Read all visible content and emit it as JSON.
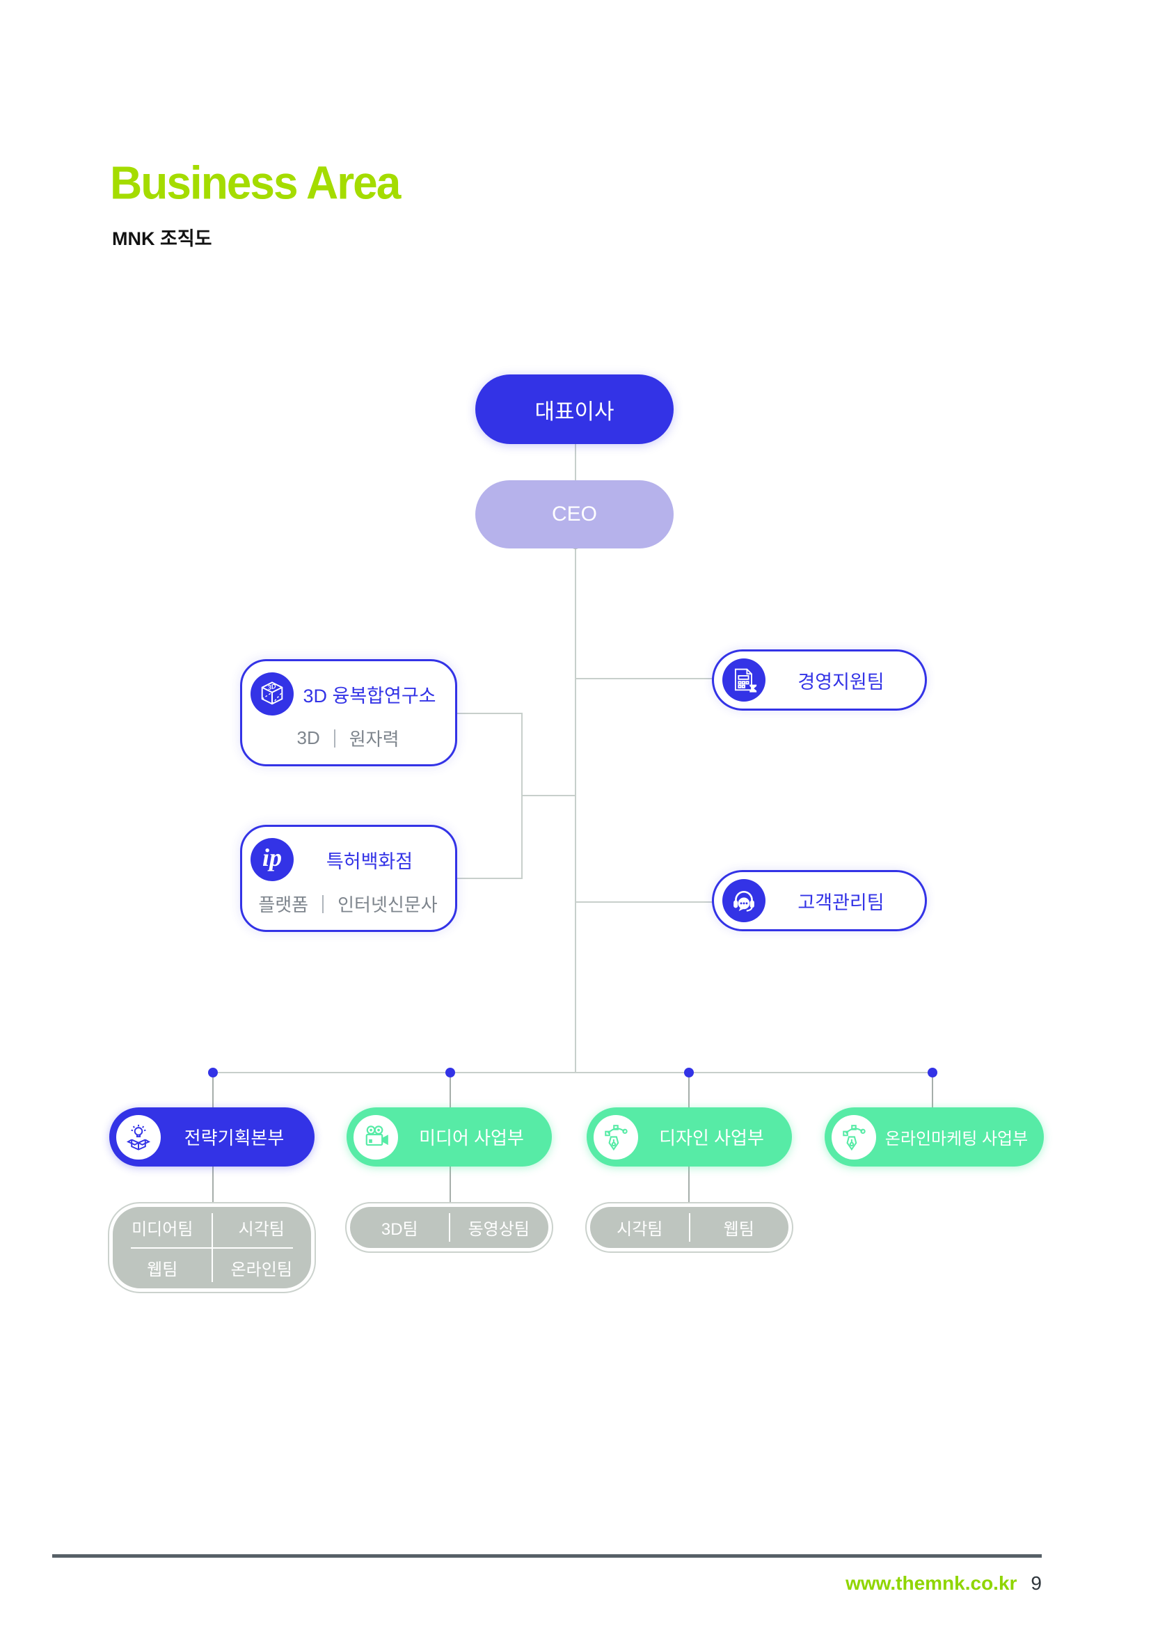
{
  "header": {
    "title": "Business Area",
    "subtitle": "MNK 조직도"
  },
  "chart": {
    "root": {
      "label": "대표이사"
    },
    "ceo": {
      "label": "CEO"
    },
    "research": {
      "title": "3D 융복합연구소",
      "icon": "3d-cube-icon",
      "tags": [
        "3D",
        "원자력"
      ]
    },
    "patent": {
      "title": "특허백화점",
      "icon": "ip-logo-icon",
      "tags": [
        "플랫폼",
        "인터넷신문사"
      ]
    },
    "support": {
      "label": "경영지원팀",
      "icon": "calculator-document-icon"
    },
    "customer": {
      "label": "고객관리팀",
      "icon": "headset-chat-icon"
    },
    "divisions": [
      {
        "label": "전략기획본부",
        "icon": "idea-box-icon",
        "teams": [
          [
            "미디어팀",
            "시각팀"
          ],
          [
            "웹팀",
            "온라인팀"
          ]
        ]
      },
      {
        "label": "미디어 사업부",
        "icon": "video-camera-icon",
        "teams": [
          [
            "3D팀",
            "동영상팀"
          ]
        ]
      },
      {
        "label": "디자인 사업부",
        "icon": "pen-tool-icon",
        "teams": [
          [
            "시각팀",
            "웹팀"
          ]
        ]
      },
      {
        "label": "온라인마케팅 사업부",
        "icon": "pen-tool-icon",
        "teams": []
      }
    ]
  },
  "footer": {
    "url": "www.themnk.co.kr",
    "page_number": "9"
  },
  "colors": {
    "accent_green": "#A4DC00",
    "primary_blue": "#3333E6",
    "ceo_purple": "#B6B2EB",
    "division_green": "#57EBA6",
    "team_gray": "#BEC5BF",
    "connector_line": "#C7CFCB",
    "footer_line": "#576067",
    "footer_url_green": "#8FD500"
  }
}
